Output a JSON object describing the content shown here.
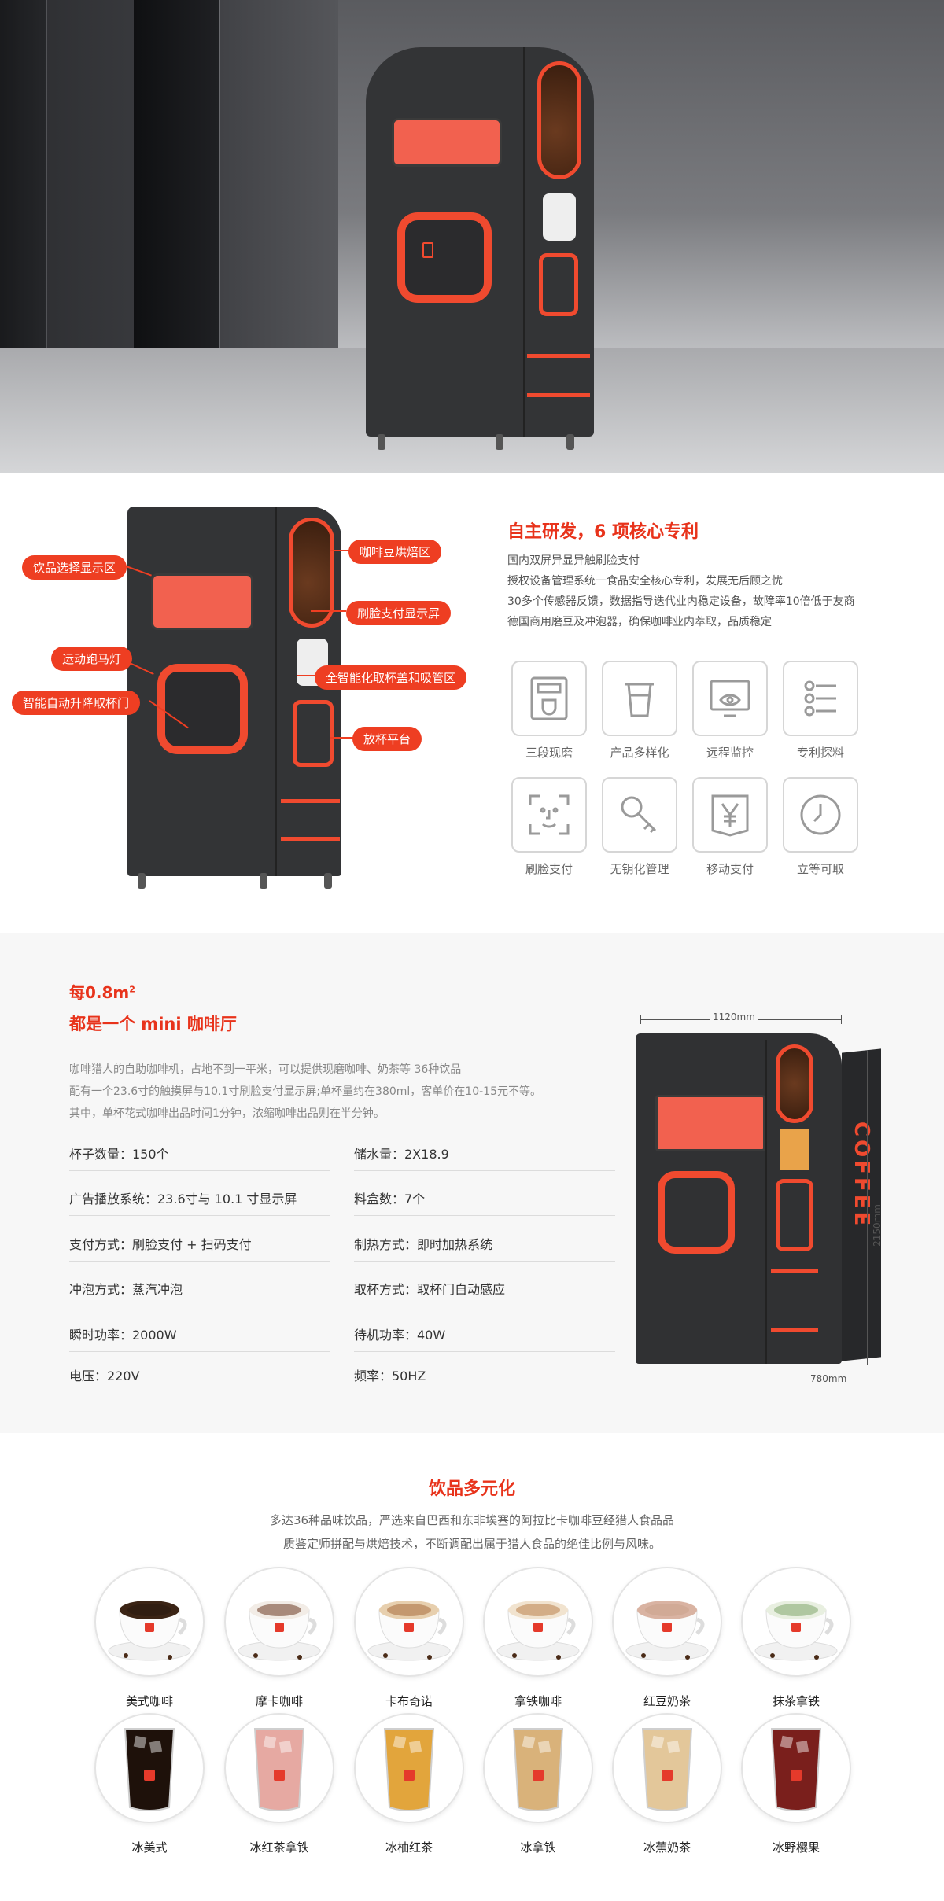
{
  "hero": {
    "colors": {
      "accent": "#f04a2f",
      "machine": "#333436"
    }
  },
  "features_section": {
    "callouts": [
      {
        "id": "bean",
        "label": "咖啡豆烘焙区"
      },
      {
        "id": "drink-select",
        "label": "饮品选择显示区"
      },
      {
        "id": "face-pay",
        "label": "刷脸支付显示屏"
      },
      {
        "id": "marquee",
        "label": "运动跑马灯"
      },
      {
        "id": "cup-lid",
        "label": "全智能化取杯盖和吸管区"
      },
      {
        "id": "auto-door",
        "label": "智能自动升降取杯门"
      },
      {
        "id": "cup-platform",
        "label": "放杯平台"
      }
    ],
    "title": "自主研发，6 项核心专利",
    "desc_lines": [
      "国内双屏异显异触刷脸支付",
      "授权设备管理系统一食品安全核心专利，发展无后顾之忧",
      "30多个传感器反馈，数据指导迭代业内稳定设备，故障率10倍低于友商",
      "德国商用磨豆及冲泡器，确保咖啡业内萃取，品质稳定"
    ],
    "features": [
      {
        "label": "三段现磨",
        "icon": "grinder-icon"
      },
      {
        "label": "产品多样化",
        "icon": "cup-icon"
      },
      {
        "label": "远程监控",
        "icon": "monitor-eye-icon"
      },
      {
        "label": "专利探料",
        "icon": "sliders-icon"
      },
      {
        "label": "刷脸支付",
        "icon": "face-scan-icon"
      },
      {
        "label": "无钥化管理",
        "icon": "key-icon"
      },
      {
        "label": "移动支付",
        "icon": "yen-icon"
      },
      {
        "label": "立等可取",
        "icon": "clock-icon"
      }
    ]
  },
  "specs_section": {
    "area": "每0.8m",
    "area_sup": "2",
    "subtitle": "都是一个 mini 咖啡厅",
    "desc_lines": [
      "咖啡猎人的自助咖啡机，占地不到一平米，可以提供现磨咖啡、奶茶等 36种饮品",
      "配有一个23.6寸的触摸屏与10.1寸刷脸支付显示屏;单杯量约在380ml，客单价在10-15元不等。",
      "其中，单杯花式咖啡出品时间1分钟，浓缩咖啡出品则在半分钟。"
    ],
    "left_specs": [
      "杯子数量：150个",
      "广告播放系统：23.6寸与 10.1 寸显示屏",
      "支付方式：刷脸支付 + 扫码支付",
      "冲泡方式：蒸汽冲泡",
      "瞬时功率：2000W",
      "电压：220V"
    ],
    "right_specs": [
      "储水量：2X18.9",
      "料盒数：7个",
      "制热方式：即时加热系统",
      "取杯方式：取杯门自动感应",
      "待机功率：40W",
      "频率：50HZ"
    ],
    "dims": {
      "width": "1120mm",
      "height": "2150mm",
      "depth": "780mm"
    },
    "side_brand": "COFFEE"
  },
  "drinks_section": {
    "title": "饮品多元化",
    "desc_lines": [
      "多达36种品味饮品，严选来自巴西和东非埃塞的阿拉比卡咖啡豆经猎人食品品",
      "质鉴定师拼配与烘焙技术，不断调配出属于猎人食品的绝佳比例与风味。"
    ],
    "row1": [
      {
        "name": "美式咖啡",
        "liquid": "#2a1a10",
        "foam": "#3b2415",
        "style": "hot"
      },
      {
        "name": "摩卡咖啡",
        "liquid": "#6b3b22",
        "foam": "#f2ece6",
        "style": "cream"
      },
      {
        "name": "卡布奇诺",
        "liquid": "#a86b3c",
        "foam": "#e7cfae",
        "style": "hot"
      },
      {
        "name": "拿铁咖啡",
        "liquid": "#b9824d",
        "foam": "#f1e3cf",
        "style": "hot"
      },
      {
        "name": "红豆奶茶",
        "liquid": "#caa28c",
        "foam": "#d9b3a2",
        "style": "hot"
      },
      {
        "name": "抹茶拿铁",
        "liquid": "#7fa56b",
        "foam": "#e8efe0",
        "style": "hot"
      }
    ],
    "row2": [
      {
        "name": "冰美式",
        "liquid": "#1e110a"
      },
      {
        "name": "冰红茶拿铁",
        "liquid": "#e6a9a2"
      },
      {
        "name": "冰柚红茶",
        "liquid": "#e2a53c"
      },
      {
        "name": "冰拿铁",
        "liquid": "#d9b27a"
      },
      {
        "name": "冰蕉奶茶",
        "liquid": "#e3c79a"
      },
      {
        "name": "冰野樱果",
        "liquid": "#7a1f1c"
      }
    ]
  }
}
